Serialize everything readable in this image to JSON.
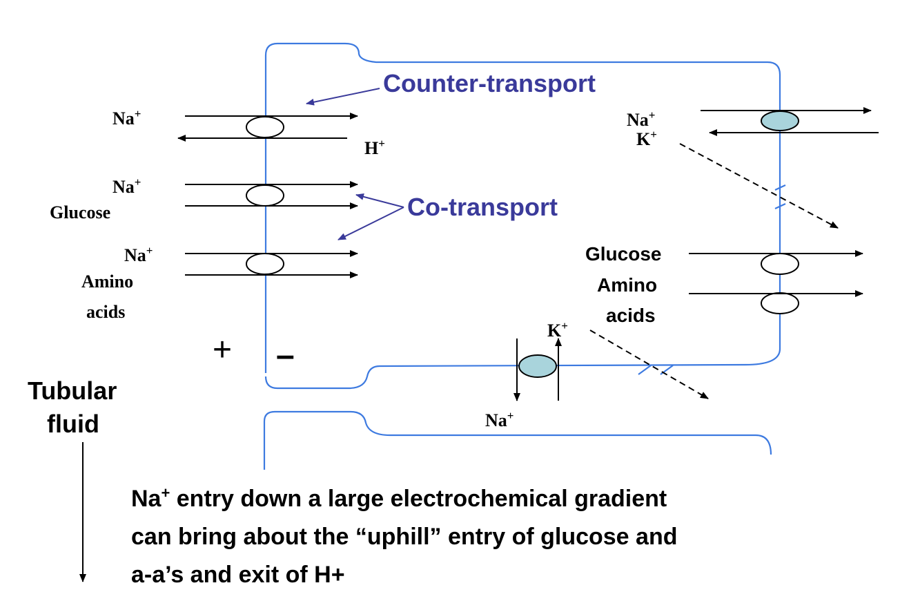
{
  "labels": {
    "counter_transport": "Counter-transport",
    "co_transport": "Co-transport",
    "na_plus": "Na",
    "h_plus": "H",
    "k_plus": "K",
    "plus_sup": "+",
    "glucose": "Glucose",
    "amino": "Amino",
    "acids": "acids",
    "plus_sign": "+",
    "minus_sign": "–",
    "tubular": "Tubular",
    "fluid": "fluid"
  },
  "caption": {
    "line1_na": "Na",
    "line1_sup": "+",
    "line1_rest": " entry down a large electrochemical gradient",
    "line2": "can bring about the “uphill” entry of glucose and",
    "line3": "a-a’s and exit of H+"
  },
  "colors": {
    "membrane": "#3d7ae0",
    "label_blue": "#3a3a9a",
    "pump_fill": "#a9d4dc"
  }
}
